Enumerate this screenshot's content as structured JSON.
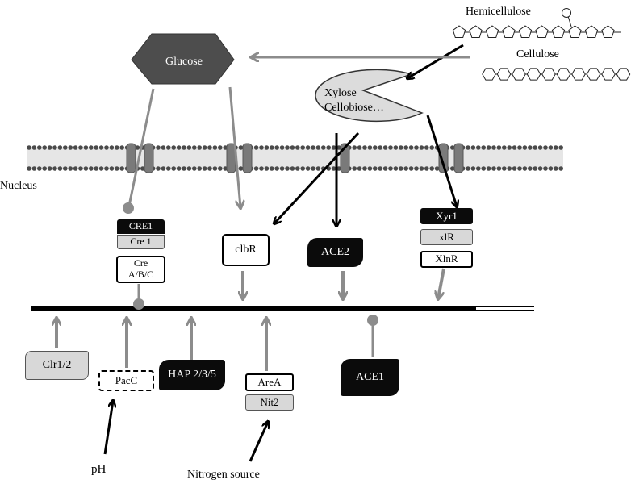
{
  "sources": {
    "hemicellulose": "Hemicellulose",
    "cellulose": "Cellulose",
    "glucose": "Glucose",
    "inducers": "Xylose\nCellobiose…"
  },
  "compartments": {
    "nucleus": "Nucleus"
  },
  "regulators": {
    "cre1": "CRE1",
    "cre1_alt": "Cre 1",
    "cre_abc": "Cre\nA/B/C",
    "clbr": "clbR",
    "ace2": "ACE2",
    "xyr1": "Xyr1",
    "xlr": "xlR",
    "xlnr": "XlnR",
    "clr12": "Clr1/2",
    "pacc": "PacC",
    "hap": "HAP 2/3/5",
    "area": "AreA",
    "nit2": "Nit2",
    "ace1": "ACE1"
  },
  "signals": {
    "ph": "pH",
    "nitrogen": "Nitrogen source"
  },
  "colors": {
    "black": "#0b0b0b",
    "grey_arrow": "#8c8c8c",
    "grey_fill": "#d8d8d8",
    "membrane_bead": "#4a4a4a"
  }
}
